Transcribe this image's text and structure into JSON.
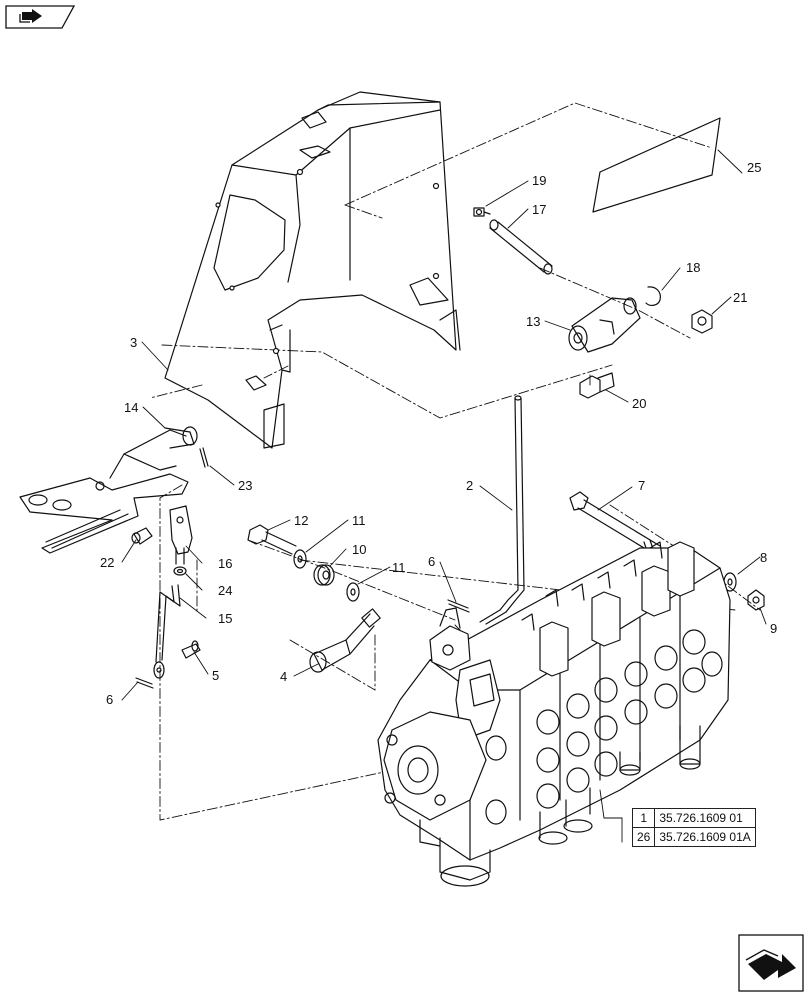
{
  "callouts": [
    {
      "id": "c1",
      "label": "25"
    },
    {
      "id": "c2",
      "label": "19"
    },
    {
      "id": "c3",
      "label": "17"
    },
    {
      "id": "c4",
      "label": "18"
    },
    {
      "id": "c5",
      "label": "21"
    },
    {
      "id": "c6",
      "label": "13"
    },
    {
      "id": "c7",
      "label": "3"
    },
    {
      "id": "c8",
      "label": "20"
    },
    {
      "id": "c9",
      "label": "14"
    },
    {
      "id": "c10",
      "label": "23"
    },
    {
      "id": "c11",
      "label": "2"
    },
    {
      "id": "c12",
      "label": "7"
    },
    {
      "id": "c13",
      "label": "12"
    },
    {
      "id": "c14",
      "label": "11"
    },
    {
      "id": "c15",
      "label": "10"
    },
    {
      "id": "c16",
      "label": "11"
    },
    {
      "id": "c17",
      "label": "6"
    },
    {
      "id": "c18",
      "label": "8"
    },
    {
      "id": "c19",
      "label": "9"
    },
    {
      "id": "c20",
      "label": "22"
    },
    {
      "id": "c21",
      "label": "16"
    },
    {
      "id": "c22",
      "label": "24"
    },
    {
      "id": "c23",
      "label": "15"
    },
    {
      "id": "c24",
      "label": "4"
    },
    {
      "id": "c25",
      "label": "5"
    },
    {
      "id": "c26",
      "label": "6"
    }
  ],
  "reference_table": [
    {
      "index": "1",
      "code": "35.726.1609 01"
    },
    {
      "index": "26",
      "code": "35.726.1609 01A"
    }
  ],
  "nav": {
    "prev_icon": "arrow-left-icon",
    "next_icon": "arrow-right-icon"
  }
}
